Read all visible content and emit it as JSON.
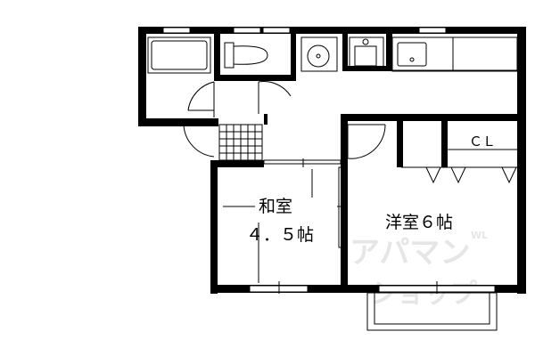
{
  "rooms": {
    "washitsu_name": "和室",
    "washitsu_size": "４．５帖",
    "youshitsu": "洋室６帖",
    "closet": "ＣＬ"
  },
  "watermark": {
    "line1": "アパマン",
    "line2": "ショップ",
    "small": "WL"
  }
}
